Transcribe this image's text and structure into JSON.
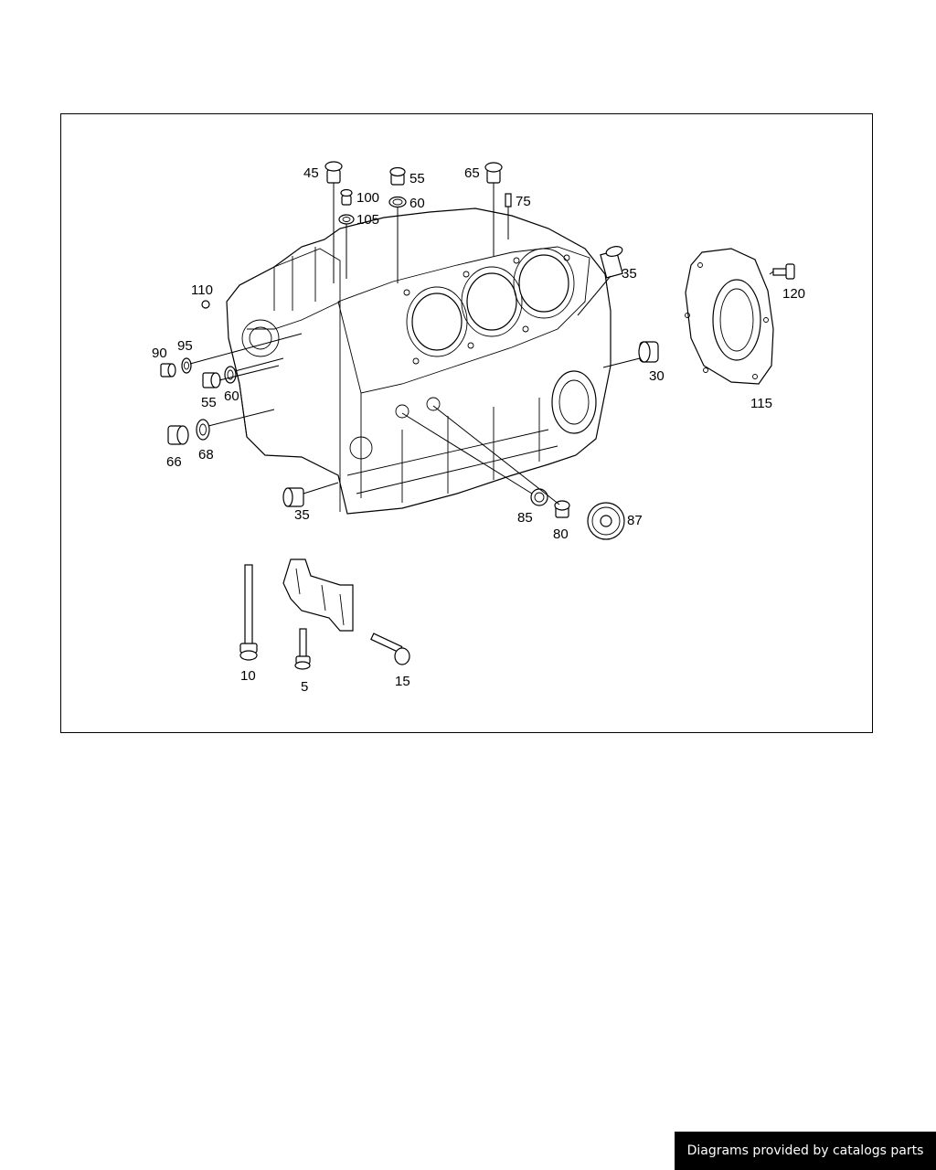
{
  "diagram": {
    "callouts": {
      "c5": "5",
      "c10": "10",
      "c15": "15",
      "c30": "30",
      "c35a": "35",
      "c35b": "35",
      "c45": "45",
      "c55a": "55",
      "c55b": "55",
      "c60a": "60",
      "c60b": "60",
      "c65": "65",
      "c66": "66",
      "c68": "68",
      "c75": "75",
      "c80": "80",
      "c85": "85",
      "c87": "87",
      "c90": "90",
      "c95": "95",
      "c100": "100",
      "c105": "105",
      "c110": "110",
      "c115": "115",
      "c120": "120"
    }
  },
  "footer": {
    "text": "Diagrams provided by catalogs parts"
  }
}
